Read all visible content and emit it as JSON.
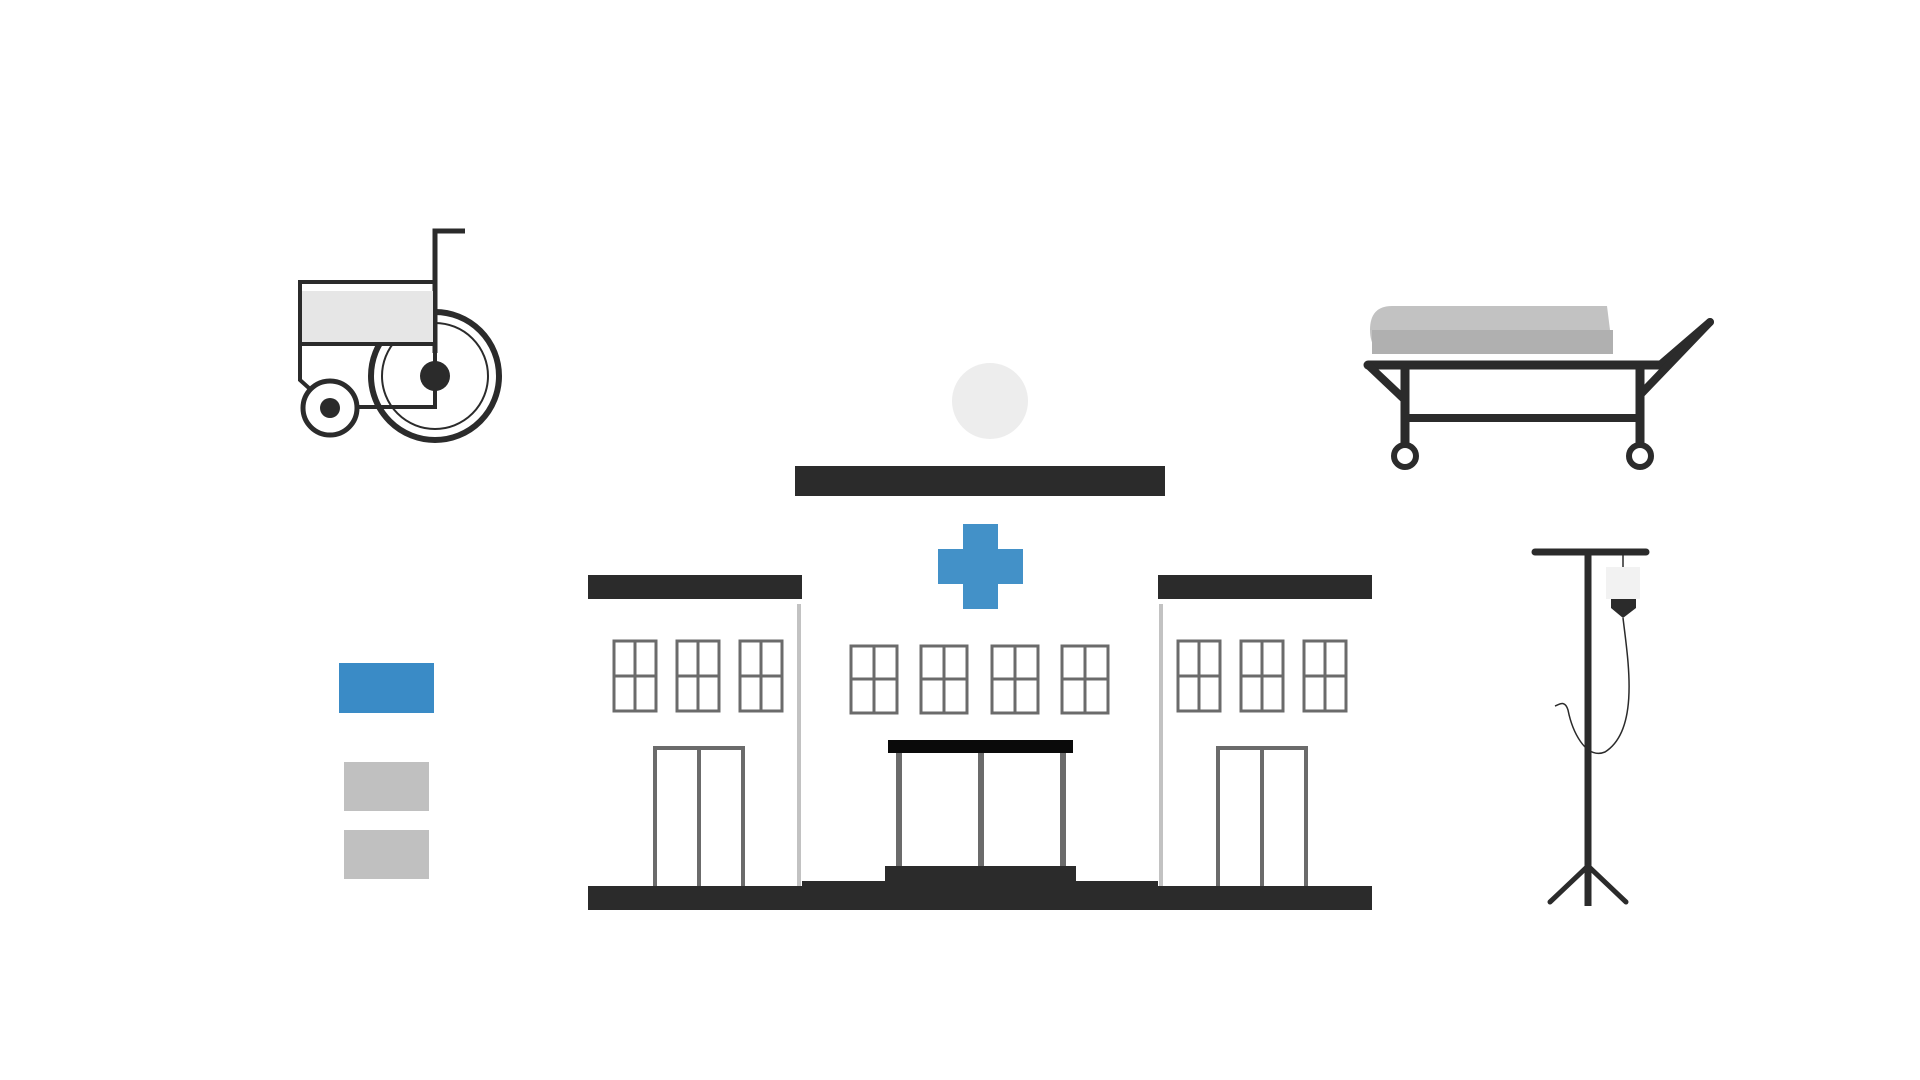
{
  "colors": {
    "background": "#ffffff",
    "dark": "#2b2b2b",
    "black": "#0a0a0a",
    "window_gray": "#6b6b6b",
    "light_gray": "#c2c2c2",
    "pale_gray": "#e6e6e6",
    "sun": "#ededed",
    "accent_blue": "#4391c8",
    "legend_blue": "#3a8bc6",
    "iv_bag": "#f2f2f2"
  },
  "icons": {
    "hospital": "hospital-building-icon",
    "cross": "medical-cross-icon",
    "wheelchair": "wheelchair-icon",
    "stretcher": "stretcher-icon",
    "iv_stand": "iv-drip-stand-icon"
  },
  "legend_blocks": [
    {
      "name": "legend-blue-block",
      "color": "#3a8bc6"
    },
    {
      "name": "legend-gray-block-1",
      "color": "#c0c0c0"
    },
    {
      "name": "legend-gray-block-2",
      "color": "#c0c0c0"
    }
  ]
}
